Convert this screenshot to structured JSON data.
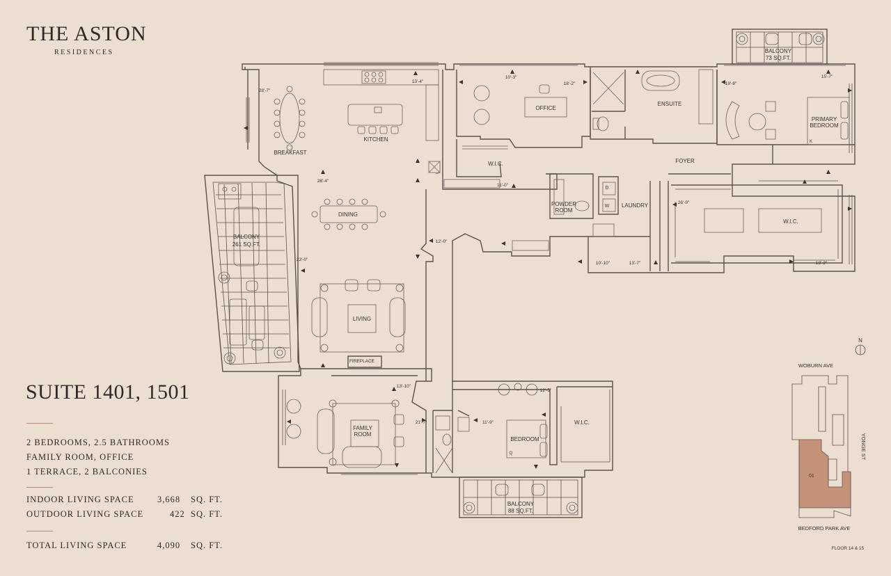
{
  "brand": {
    "title": "THE ASTON",
    "subtitle": "RESIDENCES"
  },
  "suite": {
    "title": "SUITE 1401, 1501",
    "features": [
      "2 BEDROOMS, 2.5 BATHROOMS",
      "FAMILY ROOM, OFFICE",
      "1 TERRACE, 2 BALCONIES"
    ],
    "areas": [
      {
        "label": "INDOOR LIVING SPACE",
        "value": "3,668",
        "unit": "SQ. FT."
      },
      {
        "label": "OUTDOOR LIVING SPACE",
        "value": "422",
        "unit": "SQ. FT."
      }
    ],
    "total": {
      "label": "TOTAL LIVING SPACE",
      "value": "4,090",
      "unit": "SQ. FT."
    }
  },
  "rooms": {
    "breakfast": "BREAKFAST",
    "kitchen": "KITCHEN",
    "office": "OFFICE",
    "ensuite": "ENSUITE",
    "primary_bedroom": [
      "PRIMARY",
      "BEDROOM"
    ],
    "foyer": "FOYER",
    "laundry": "LAUNDRY",
    "powder_room": [
      "POWDER",
      "ROOM"
    ],
    "wic_office": "W.I.C.",
    "wic_primary": "W.I.C.",
    "wic_bedroom": "W.I.C.",
    "dining": "DINING",
    "living": "LIVING",
    "fireplace": "FIREPLACE",
    "family_room": [
      "FAMILY",
      "ROOM"
    ],
    "bedroom": "BEDROOM",
    "washer": "W",
    "dryer": "D",
    "k_primary": "K",
    "q_bedroom": "Q"
  },
  "balconies": {
    "west": [
      "BALCONY",
      "261 SQ.FT."
    ],
    "north": [
      "BALCONY",
      "73 SQ.FT."
    ],
    "south": [
      "BALCONY",
      "88 SQ.FT."
    ]
  },
  "dimensions": {
    "breakfast": "28'-7\"",
    "kitchen": "13'-4\"",
    "office_w": "10'-3\"",
    "office_h": "18'-2\"",
    "ensuite": "19'-8\"",
    "primary": "15'-7\"",
    "dining": "28'-4\"",
    "wic_office": "11'-0\"",
    "wic_primary": "26'-9\"",
    "hall": "12'-0\"",
    "living": "23'-0\"",
    "laundry_a": "10'-10\"",
    "laundry_b": "13'-7\"",
    "wic_primary_b": "13'-2\"",
    "family_w": "13'-10\"",
    "family_h": "21'-7\"",
    "bedroom_w": "12'-5\"",
    "bedroom_h": "11'-9\""
  },
  "keymap": {
    "north": "N",
    "street_top": "WOBURN AVE",
    "street_right": "YONGE ST",
    "street_bottom": "BEDFORD PARK AVE",
    "unit": "01",
    "floor": "FLOOR 14 & 15",
    "highlight_color": "#c39278"
  },
  "colors": {
    "background": "#ecdfd1",
    "ink": "#2f2a29",
    "accent": "#b98a72"
  }
}
